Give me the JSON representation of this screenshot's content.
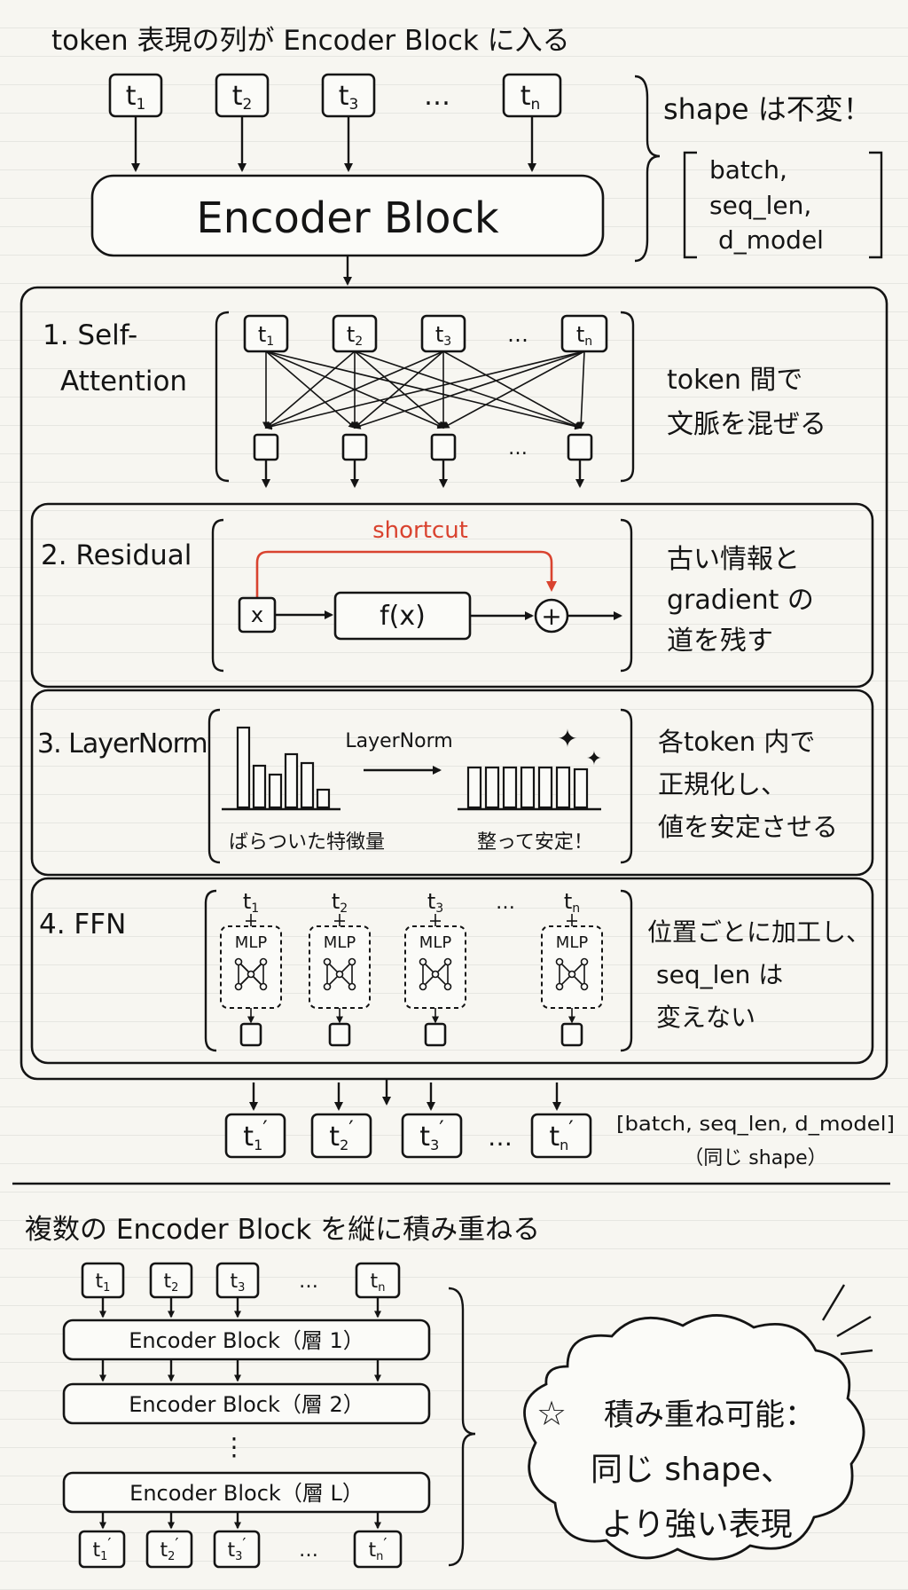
{
  "header": {
    "title": "token 表現の列が Encoder Block に入る"
  },
  "input_tokens": [
    {
      "base": "t",
      "sub": "1"
    },
    {
      "base": "t",
      "sub": "2"
    },
    {
      "base": "t",
      "sub": "3"
    },
    {
      "base": "t",
      "sub": "n"
    }
  ],
  "ellipsis": "…",
  "encoder_block_label": "Encoder Block",
  "shape_note": {
    "title": "shape は不変！",
    "lines": [
      "batch,",
      "seq_len,",
      "d_model"
    ]
  },
  "sections": {
    "self_attention": {
      "title_lines": [
        "1. Self-",
        "Attention"
      ],
      "desc_lines": [
        "token 間で",
        "文脈を混ぜる"
      ]
    },
    "residual": {
      "title": "2. Residual",
      "shortcut": "shortcut",
      "x_label": "x",
      "fx_label": "f(x)",
      "plus": "+",
      "desc_lines": [
        "古い情報と",
        "gradient の",
        "道を残す"
      ]
    },
    "layernorm": {
      "title": "3. LayerNorm",
      "arrow_label": "LayerNorm",
      "before_caption": "ばらついた特徴量",
      "after_caption": "整って安定！",
      "before_bars": [
        0.9,
        0.47,
        0.37,
        0.6,
        0.5,
        0.2
      ],
      "after_bars": [
        0.45,
        0.45,
        0.45,
        0.45,
        0.45,
        0.45,
        0.43
      ],
      "sparkle": "✦",
      "desc_lines": [
        "各token 内で",
        "正規化し、",
        "値を安定させる"
      ]
    },
    "ffn": {
      "title": "4. FFN",
      "mlp_label": "MLP",
      "desc_lines": [
        "位置ごとに加工し、",
        "seq_len は",
        "変えない"
      ]
    },
    "accent_color": "#d9432f"
  },
  "output_tokens": [
    {
      "base": "t",
      "sub": "1",
      "prime": "′"
    },
    {
      "base": "t",
      "sub": "2",
      "prime": "′"
    },
    {
      "base": "t",
      "sub": "3",
      "prime": "′"
    },
    {
      "base": "t",
      "sub": "n",
      "prime": "′"
    }
  ],
  "output_shape": {
    "bracket": "[batch, seq_len, d_model]",
    "note": "（同じ shape）"
  },
  "stack": {
    "title": "複数の Encoder Block を縦に積み重ねる",
    "layers": [
      "Encoder Block（層 1）",
      "Encoder Block（層 2）",
      "Encoder Block（層 L）"
    ],
    "vdots": "⋮",
    "cloud_lines": [
      "積み重ね可能：",
      "同じ shape、",
      "より強い表現"
    ],
    "star": "☆"
  }
}
